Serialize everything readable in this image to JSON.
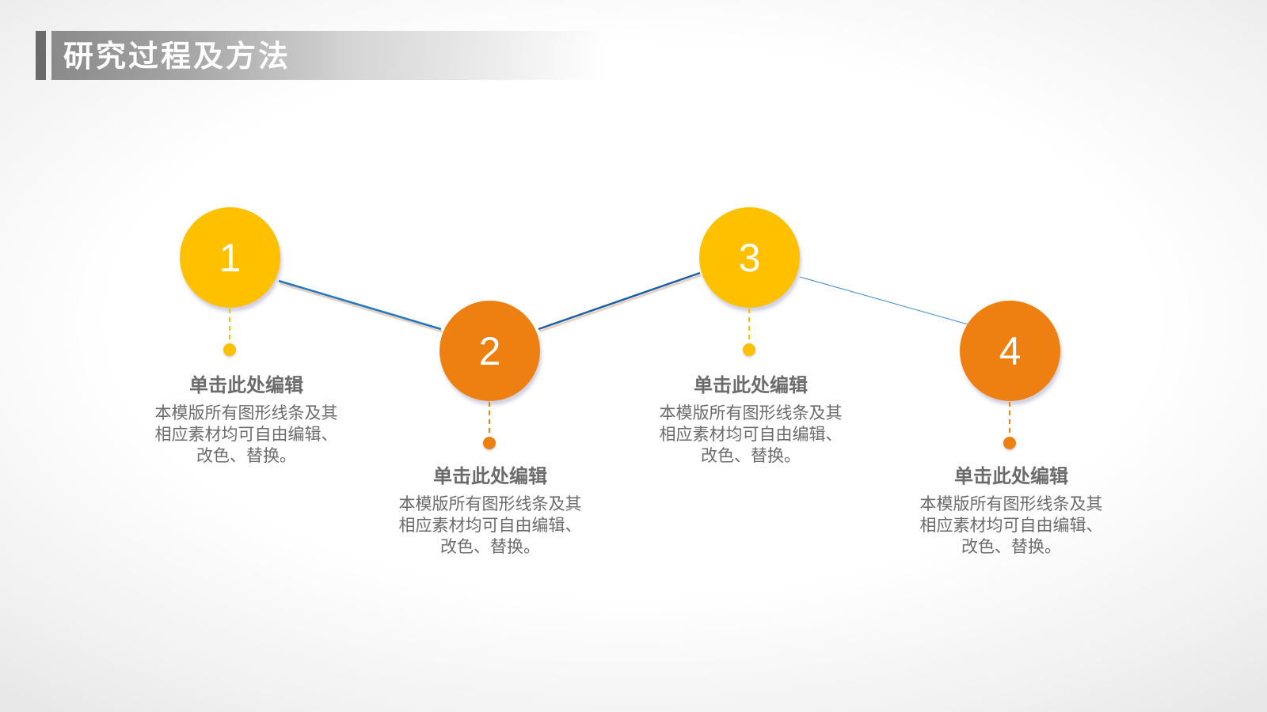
{
  "slide": {
    "title": "研究过程及方法"
  },
  "colors": {
    "yellow": "#FFC000",
    "orange": "#EE8012",
    "line_blue": "#1F78C0",
    "text_gray": "#6B6B6B"
  },
  "steps": [
    {
      "number": "1",
      "color": "yellow",
      "heading": "单击此处编辑",
      "desc_line1": "本模版所有图形线条及其",
      "desc_line2": "相应素材均可自由编辑、",
      "desc_line3": "改色、替换。"
    },
    {
      "number": "2",
      "color": "orange",
      "heading": "单击此处编辑",
      "desc_line1": "本模版所有图形线条及其",
      "desc_line2": "相应素材均可自由编辑、",
      "desc_line3": "改色、替换。"
    },
    {
      "number": "3",
      "color": "yellow",
      "heading": "单击此处编辑",
      "desc_line1": "本模版所有图形线条及其",
      "desc_line2": "相应素材均可自由编辑、",
      "desc_line3": "改色、替换。"
    },
    {
      "number": "4",
      "color": "orange",
      "heading": "单击此处编辑",
      "desc_line1": "本模版所有图形线条及其",
      "desc_line2": "相应素材均可自由编辑、",
      "desc_line3": "改色、替换。"
    }
  ]
}
